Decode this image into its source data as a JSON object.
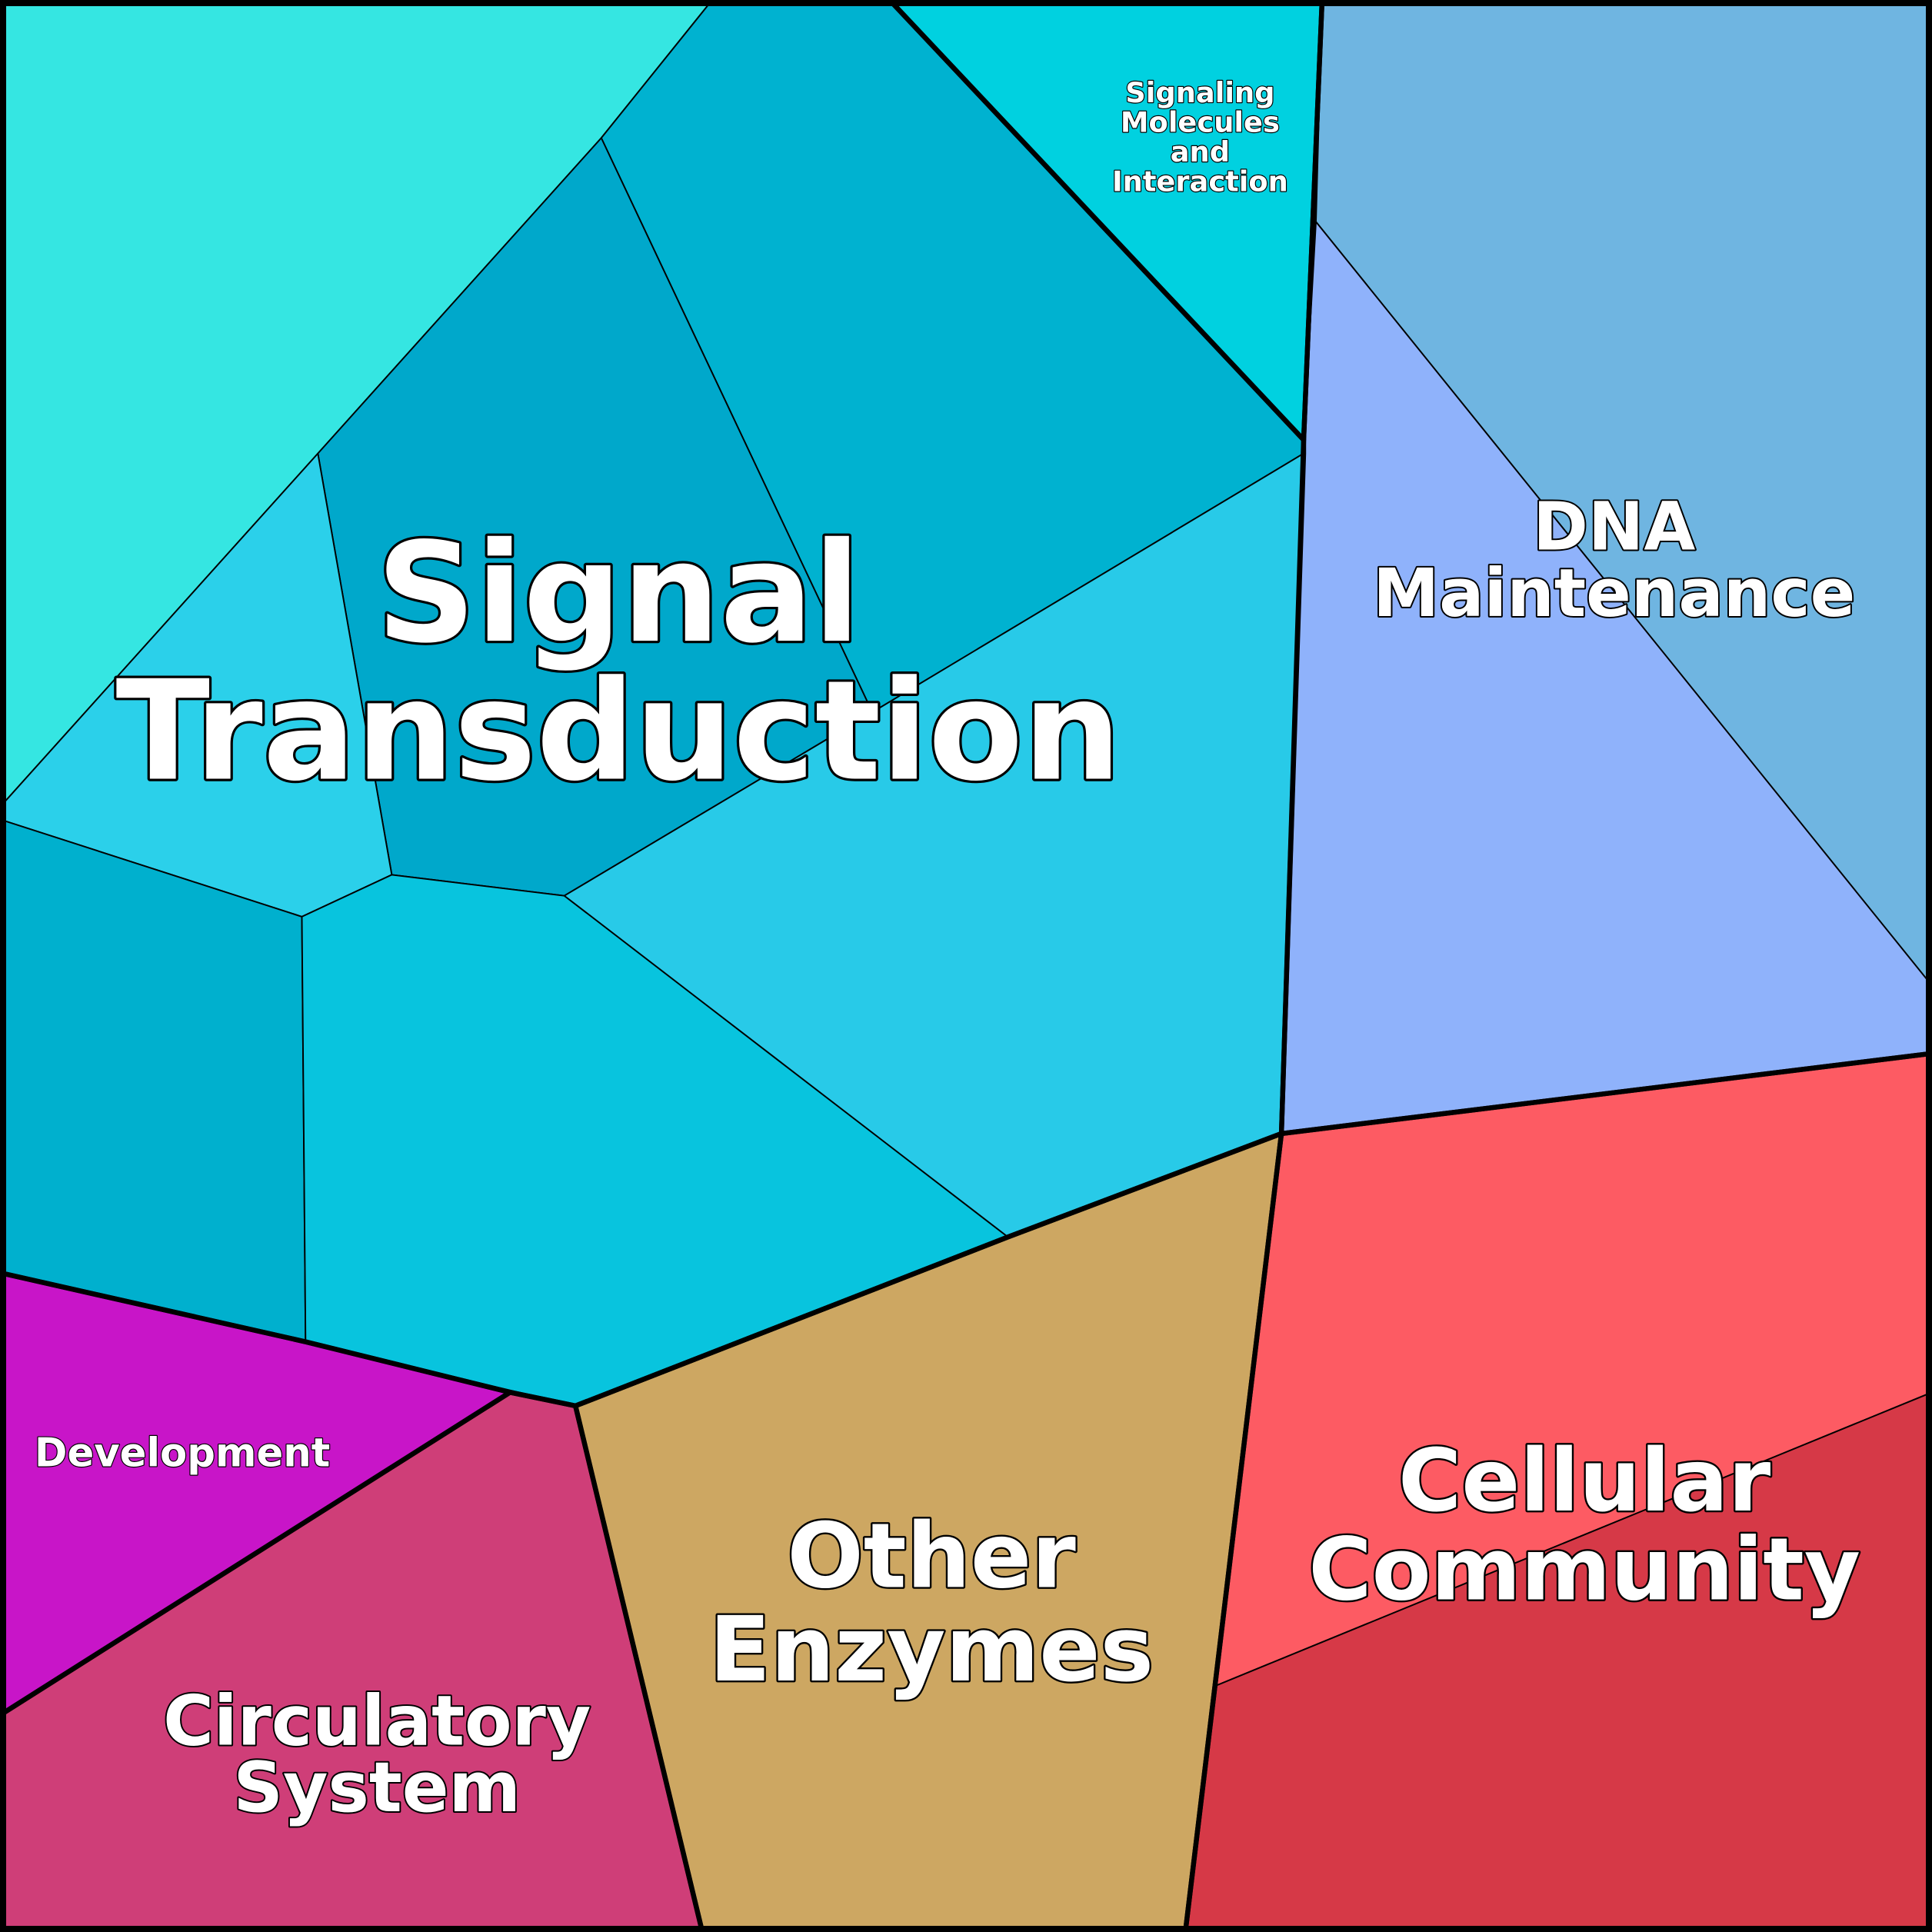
{
  "diagram": {
    "type": "voronoi-treemap",
    "border_color": "#000000",
    "groups": [
      {
        "id": "signal-transduction",
        "label": "Signal\nTransduction",
        "cells": [
          {
            "id": "st-top-left",
            "color": "#35E6E2"
          },
          {
            "id": "st-upper-mid",
            "color": "#00B2D0"
          },
          {
            "id": "st-center-dark",
            "color": "#00A8CB"
          },
          {
            "id": "st-left-light",
            "color": "#2BD0EA"
          },
          {
            "id": "st-right-light",
            "color": "#28CAE8"
          },
          {
            "id": "st-left-lower",
            "color": "#00B0CE"
          },
          {
            "id": "st-bottom-mid",
            "color": "#08C4DE"
          }
        ]
      },
      {
        "id": "signaling-molecules",
        "label": "Signaling\nMolecules\nand\nInteraction",
        "cells": [
          {
            "id": "sm-cell",
            "color": "#00D1E0"
          }
        ]
      },
      {
        "id": "dna-maintenance",
        "label": "DNA\nMaintenance",
        "cells": [
          {
            "id": "dna-right",
            "color": "#6FB5E1"
          },
          {
            "id": "dna-left",
            "color": "#8FB2FB"
          }
        ]
      },
      {
        "id": "cellular-community",
        "label": "Cellular\nCommunity",
        "cells": [
          {
            "id": "cc-upper",
            "color": "#FD5B63"
          },
          {
            "id": "cc-lower",
            "color": "#D63947"
          }
        ]
      },
      {
        "id": "other-enzymes",
        "label": "Other\nEnzymes",
        "cells": [
          {
            "id": "oe-cell",
            "color": "#CDA762"
          }
        ]
      },
      {
        "id": "development",
        "label": "Development",
        "cells": [
          {
            "id": "dev-cell",
            "color": "#C815C8"
          }
        ]
      },
      {
        "id": "circulatory-system",
        "label": "Circulatory\nSystem",
        "cells": [
          {
            "id": "cs-cell",
            "color": "#CF3E78"
          }
        ]
      }
    ]
  }
}
